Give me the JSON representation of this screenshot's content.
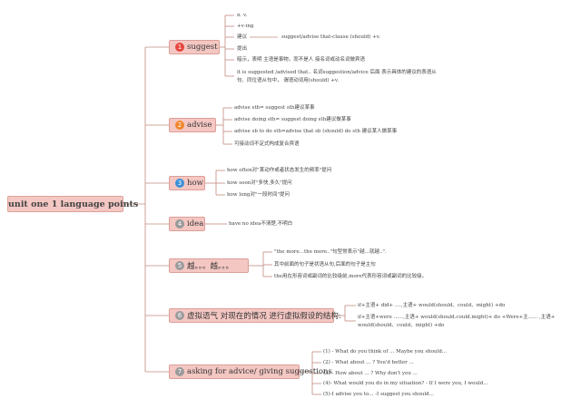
{
  "root": {
    "label": "unit one 1 language points"
  },
  "colors": {
    "box_fill": "#f4c7c3",
    "box_border": "#dd9e97",
    "line": "#c08b80",
    "num_1": "#e5463c",
    "num_2": "#f0862c",
    "num_3": "#3b8fd8",
    "num_4": "#9a9a9a",
    "num_5": "#9a9a9a",
    "num_6": "#9a9a9a",
    "num_7": "#9a9a9a"
  },
  "branches": [
    {
      "num": "1",
      "label": "suggest",
      "leaves": [
        "n. v.",
        "+v-ing",
        "建议",
        "提出",
        "暗示，表明 主语是事物，而不是人 接名词或动名词做宾语",
        "it is suggested /advised that.. 名词suggestion/advice 后面 表示具体的建议的表语从",
        "句、同位语从句中， 谓语动词用(should) +v."
      ],
      "sub": "suggest/advise that-clause (should) +v."
    },
    {
      "num": "2",
      "label": "advise",
      "leaves": [
        "advise sth= suggest sth建议某事",
        "advise doing sth= suggest doing sth建议做某事",
        "advise sb to do sth=advise that sb (should) do sth 建议某人做某事",
        "可接动词不定式构成复合宾语"
      ]
    },
    {
      "num": "3",
      "label": "how",
      "leaves": [
        "how often对\"某动作或者状态发生的频率\"提问",
        "how soon对\"多快,多久\"提问",
        "how long对\"一段时间\"提问"
      ]
    },
    {
      "num": "4",
      "label": "idea",
      "leaves": [
        "have no idea不清楚,不明白"
      ]
    },
    {
      "num": "5",
      "label": "越。。。越。。。",
      "leaves": [
        "\"the more...the more..\"句型常表示\"越...就越..\".",
        "其中前面的句子是状语从句,后面的句子是主句",
        "the用在形容词或副词的比较级前,more代表形容词或副词的比较级。"
      ]
    },
    {
      "num": "6",
      "label": "虚拟语气 对现在的情况 进行虚拟假设的结构:",
      "leaves": [
        "if+主语+ did+ ....,主语+ would(should、could、might) +do",
        "if+主语+were ......,主语+ would(should.could.might)+ do +Were+主...... ,主语+",
        "would(should、could、might) +do"
      ]
    },
    {
      "num": "7",
      "label": "asking for advice/ giving suggestions",
      "leaves": [
        "(1) - What do you think of ... Maybe you should...",
        "(2) - What about ... ? You'd better ...",
        "(3) - How about ... ? Why don't you ...",
        "(4)- What would you do in my situation? - If I were you, I would...",
        "(5)-I advise you to... -I suggest you should..."
      ]
    }
  ]
}
